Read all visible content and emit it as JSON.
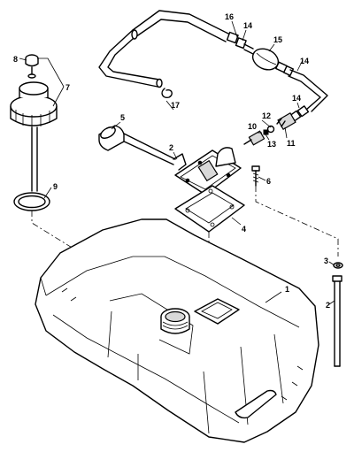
{
  "callouts": [
    {
      "id": "c1",
      "text": "1"
    },
    {
      "id": "c2a",
      "text": "2"
    },
    {
      "id": "c2b",
      "text": "2"
    },
    {
      "id": "c3",
      "text": "3"
    },
    {
      "id": "c4",
      "text": "4"
    },
    {
      "id": "c5",
      "text": "5"
    },
    {
      "id": "c6",
      "text": "6"
    },
    {
      "id": "c7",
      "text": "7"
    },
    {
      "id": "c8",
      "text": "8"
    },
    {
      "id": "c9",
      "text": "9"
    },
    {
      "id": "c10",
      "text": "10"
    },
    {
      "id": "c11",
      "text": "11"
    },
    {
      "id": "c12",
      "text": "12"
    },
    {
      "id": "c13",
      "text": "13"
    },
    {
      "id": "c14a",
      "text": "14"
    },
    {
      "id": "c14b",
      "text": "14"
    },
    {
      "id": "c14c",
      "text": "14"
    },
    {
      "id": "c15",
      "text": "15"
    },
    {
      "id": "c16",
      "text": "16"
    },
    {
      "id": "c17",
      "text": "17"
    }
  ]
}
